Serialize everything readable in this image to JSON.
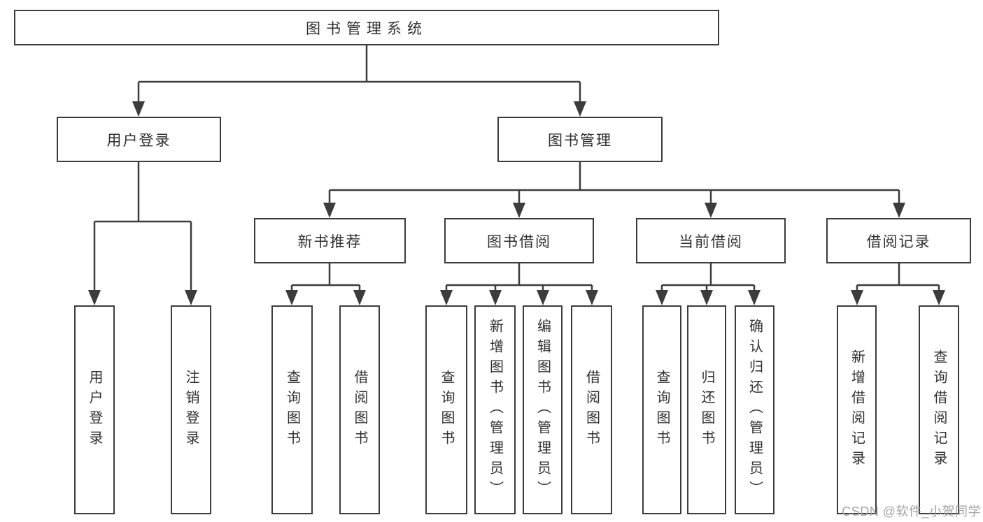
{
  "colors": {
    "line": "#3c3c3c",
    "box_border": "#3c3c3c",
    "box_fill": "#ffffff",
    "text": "#303030",
    "watermark": "#a3a3a3"
  },
  "tree": {
    "root": {
      "label": "图书管理系统"
    },
    "branches": [
      {
        "label": "用户登录",
        "children": [
          {
            "label": "用户登录"
          },
          {
            "label": "注销登录"
          }
        ]
      },
      {
        "label": "图书管理",
        "children": [
          {
            "label": "新书推荐",
            "children": [
              {
                "label": "查询图书"
              },
              {
                "label": "借阅图书"
              }
            ]
          },
          {
            "label": "图书借阅",
            "children": [
              {
                "label": "查询图书"
              },
              {
                "label": "新增图书（管理员）"
              },
              {
                "label": "编辑图书（管理员）"
              },
              {
                "label": "借阅图书"
              }
            ]
          },
          {
            "label": "当前借阅",
            "children": [
              {
                "label": "查询图书"
              },
              {
                "label": "归还图书"
              },
              {
                "label": "确认归还（管理员）"
              }
            ]
          },
          {
            "label": "借阅记录",
            "children": [
              {
                "label": "新增借阅记录"
              },
              {
                "label": "查询借阅记录"
              }
            ]
          }
        ]
      }
    ]
  },
  "watermark": {
    "text": "CSDN @软件_小贺同学"
  }
}
